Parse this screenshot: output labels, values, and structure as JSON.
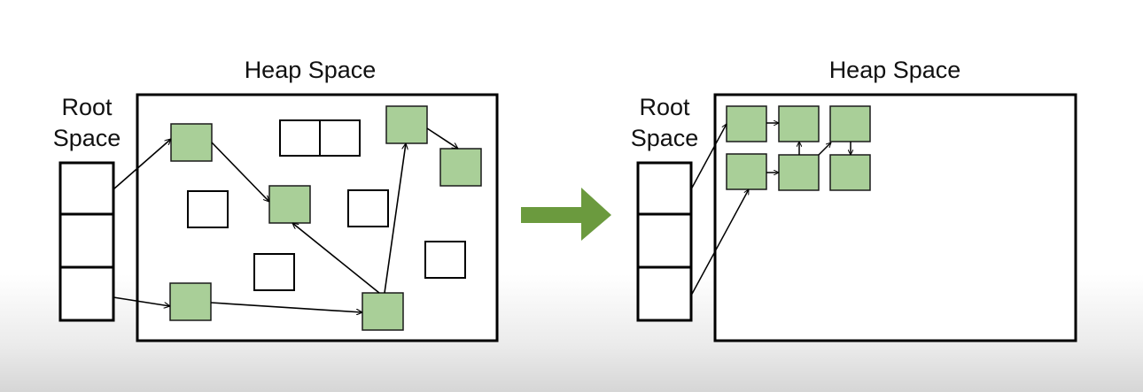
{
  "left_panel": {
    "heap_title": "Heap Space",
    "root_title_line1": "Root",
    "root_title_line2": "Space"
  },
  "right_panel": {
    "heap_title": "Heap Space",
    "root_title_line1": "Root",
    "root_title_line2": "Space"
  },
  "colors": {
    "live_object": "#a9cf98",
    "live_object_stroke": "#1a1a1a",
    "arrow": "#6b9a3e",
    "line": "#000000"
  }
}
